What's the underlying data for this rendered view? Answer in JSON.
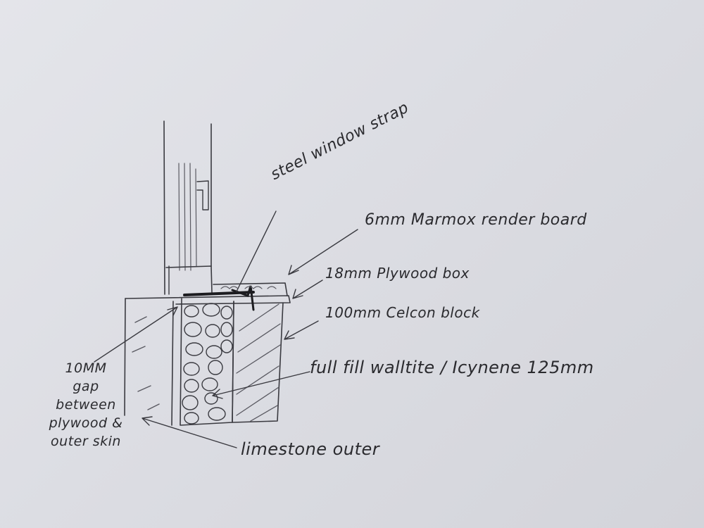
{
  "labels": {
    "steel_strap": "steel window strap",
    "render_board": "6mm Marmox render board",
    "plywood_box": "18mm Plywood box",
    "celcon_block": "100mm Celcon block",
    "full_fill": "full fill walltite / Icynene 125mm",
    "gap_line1": "10MM",
    "gap_line2": "gap",
    "gap_line3": "between",
    "gap_line4": "plywood &",
    "gap_line5": "outer skin",
    "limestone": "limestone outer"
  },
  "colors": {
    "paper": "#dfe0e5",
    "ink": "#3a3a40"
  }
}
